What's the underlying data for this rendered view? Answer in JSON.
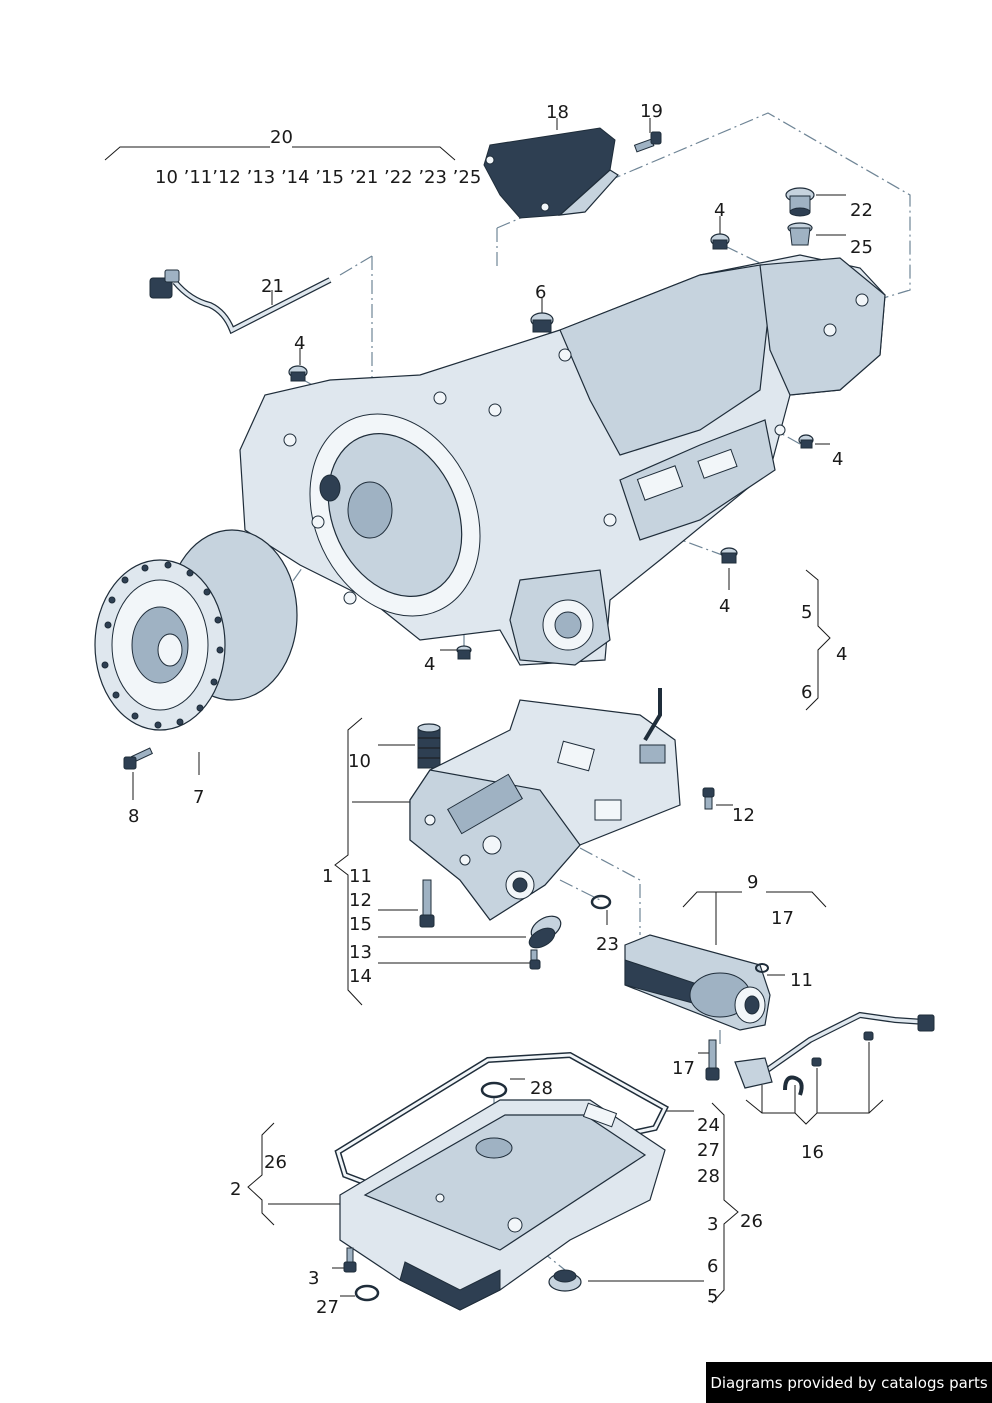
{
  "labels": {
    "l18": "18",
    "l19": "19",
    "l20": "20",
    "group20_line": "10 ’11’12 ’13 ’14  ’15 ’21 ’22  ’23  ’25",
    "l22": "22",
    "l25": "25",
    "l21": "21",
    "l4a": "4",
    "l6a": "6",
    "l4b": "4",
    "l4c": "4",
    "l4d": "4",
    "l4e": "4",
    "br5": "5",
    "br4": "4",
    "br6": "6",
    "l10": "10",
    "l7": "7",
    "l8": "8",
    "l12a": "12",
    "l1": "1",
    "l11a": "11",
    "l12b": "12",
    "l15": "15",
    "l13": "13",
    "l14": "14",
    "l23": "23",
    "l9": "9",
    "l17a": "17",
    "l11b": "11",
    "l17b": "17",
    "l16": "16",
    "l28a": "28",
    "l24": "24",
    "l27a": "27",
    "l28b": "28",
    "l26a": "26",
    "l2": "2",
    "l3a": "3",
    "l26b": "26",
    "l3b": "3",
    "l27b": "27",
    "l6b": "6",
    "l5": "5"
  },
  "credit": "Diagrams provided by catalogs parts"
}
